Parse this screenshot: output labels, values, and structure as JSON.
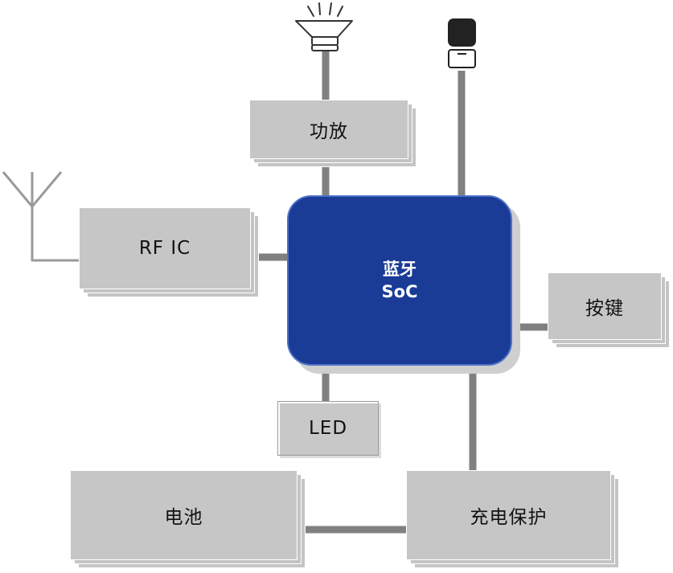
{
  "blocks": {
    "soc_line1": "蓝牙",
    "soc_line2": "SoC",
    "amplifier": "功放",
    "rf_ic": "RF IC",
    "keys": "按键",
    "led": "LED",
    "battery": "电池",
    "charge_protect": "充电保护"
  },
  "icons": {
    "speaker": "speaker-icon",
    "microphone": "microphone-icon",
    "antenna": "antenna-icon"
  },
  "colors": {
    "soc_fill": "#1a3b96",
    "soc_border": "#4d71c7",
    "block_fill": "#c6c6c6",
    "wire": "#808080"
  }
}
